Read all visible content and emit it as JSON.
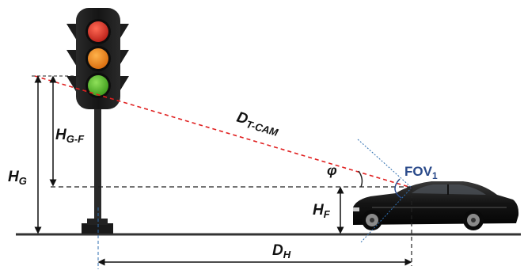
{
  "labels": {
    "hg_main": "H",
    "hg_sub": "G",
    "hgf_main": "H",
    "hgf_sub": "G-F",
    "dtcam_main": "D",
    "dtcam_sub": "T-CAM",
    "phi": "φ",
    "fov_main": "FOV",
    "fov_sub": "1",
    "hf_main": "H",
    "hf_sub": "F",
    "dh_main": "D",
    "dh_sub": "H"
  },
  "colors": {
    "ground": "#333333",
    "dashed_los": "#e02020",
    "dashed_ref": "#222222",
    "fov_lines": "#2f6fb0",
    "fov_text": "#2a4a8a",
    "light_red": "#d42a22",
    "light_amber": "#e27a12",
    "light_green": "#4caa24",
    "housing": "#1c1c1c",
    "car_body": "#151515"
  }
}
